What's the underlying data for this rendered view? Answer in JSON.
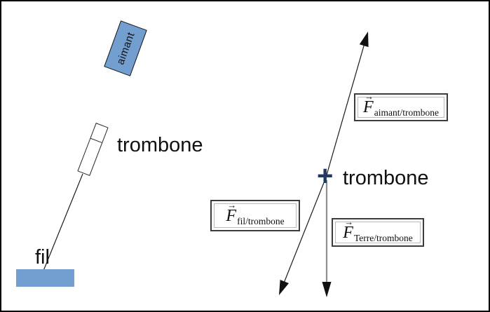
{
  "diagram": {
    "title_context": "force diagram: magnet, paperclip and thread",
    "left": {
      "magnet_label": "aimant",
      "paperclip_label": "trombone",
      "thread_label": "fil"
    },
    "right": {
      "point_marker": "+",
      "point_label": "trombone",
      "forces": [
        {
          "symbol": "F",
          "vector_arrow": "→",
          "subscript": "aimant/trombone",
          "direction": "up-right"
        },
        {
          "symbol": "F",
          "vector_arrow": "→",
          "subscript": "fil/trombone",
          "direction": "down-left"
        },
        {
          "symbol": "F",
          "vector_arrow": "→",
          "subscript": "Terre/trombone",
          "direction": "down"
        }
      ]
    },
    "colors": {
      "magnet_fill": "#729fcf",
      "support_fill": "#729fcf",
      "point_marker": "#1f3864",
      "line_black": "#1a1a1a",
      "line_gray": "#8f8f8f",
      "arrowhead_black": "#111111",
      "box_border_outer": "#3c3c3c",
      "box_border_inner": "#b9b9b9",
      "frame_border": "#000000"
    }
  }
}
